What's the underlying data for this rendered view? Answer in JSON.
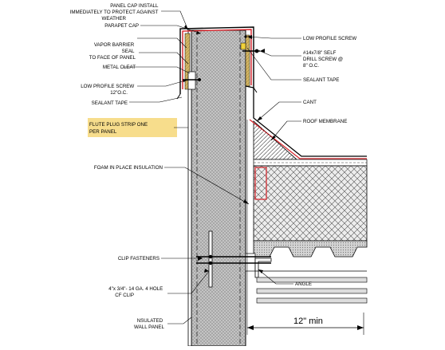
{
  "labels": {
    "panel_cap_install": [
      "PANEL CAP INSTALL",
      "IMMEDIATELY TO PROTECT AGAINST",
      "WEATHER"
    ],
    "parapet_cap": [
      "PARAPET CAP"
    ],
    "vapor_barrier": [
      "VAPOR BARRIER",
      "SEAL",
      "TO FACE OF PANEL"
    ],
    "metal_cleat": [
      "METAL CLEAT"
    ],
    "low_profile_screw_left": [
      "LOW PROFILE SCREW",
      "12\"O.C."
    ],
    "sealant_tape_left": [
      "SEALANT TAPE"
    ],
    "flute_plug_strip": [
      "FLUTE PLUG STRIP ONE",
      "PER PANEL"
    ],
    "foam_in_place_insulation": [
      "FOAM IN PLACE INSULATION"
    ],
    "clip_fasteners": [
      "CLIP FASTENERS"
    ],
    "cf_clip": [
      "4\"x 3/4\"- 14 GA. 4 HOLE",
      "CF CLIP"
    ],
    "insulated_wall_panel": [
      "NSULATED",
      "WALL PANEL"
    ],
    "low_profile_screw_right": [
      "LOW PROFILE SCREW"
    ],
    "self_drill_screw": [
      "#14x7/8\" SELF",
      "DRILL SCREW @",
      "8\" O.C."
    ],
    "sealant_tape_right": [
      "SEALANT TAPE"
    ],
    "cant": [
      "CANT"
    ],
    "roof_membrane": [
      "ROOF MEMBRANE"
    ],
    "angle": [
      "ANGLE"
    ],
    "dimension": "12\" min"
  },
  "colors": {
    "highlight": "#f7dd8c",
    "accent_red": "#d8232a",
    "tan_fill": "#c8a95a",
    "panel_fill": "#b8b8b8",
    "line": "#000000"
  }
}
